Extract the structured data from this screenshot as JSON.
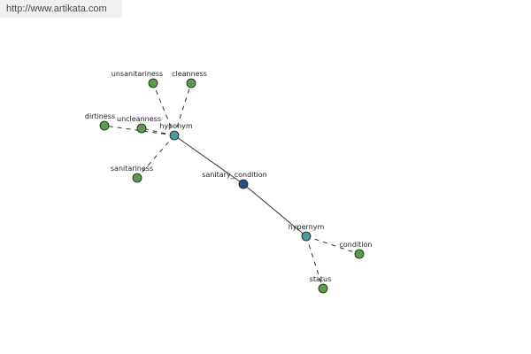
{
  "watermark": {
    "url": "http://www.artikata.com"
  },
  "colors": {
    "leaf": "#5a9a4a",
    "relation": "#4a9a9a",
    "root": "#2a4a8a",
    "edge": "#333333"
  },
  "graph": {
    "root": {
      "id": "sanitary_condition",
      "label": "sanitary_condition",
      "kind": "root"
    },
    "relations": [
      {
        "id": "hyponym",
        "label": "hyponym",
        "kind": "relation"
      },
      {
        "id": "hypernym",
        "label": "hypernym",
        "kind": "relation"
      }
    ],
    "leaves": [
      {
        "id": "unsanitariness",
        "label": "unsanitariness",
        "parent": "hyponym"
      },
      {
        "id": "cleanness",
        "label": "cleanness",
        "parent": "hyponym"
      },
      {
        "id": "dirtiness",
        "label": "dirtiness",
        "parent": "hyponym"
      },
      {
        "id": "uncleanness",
        "label": "uncleanness",
        "parent": "hyponym"
      },
      {
        "id": "sanitariness",
        "label": "sanitariness",
        "parent": "hyponym"
      },
      {
        "id": "condition",
        "label": "condition",
        "parent": "hypernym"
      },
      {
        "id": "status",
        "label": "status",
        "parent": "hypernym"
      }
    ]
  }
}
